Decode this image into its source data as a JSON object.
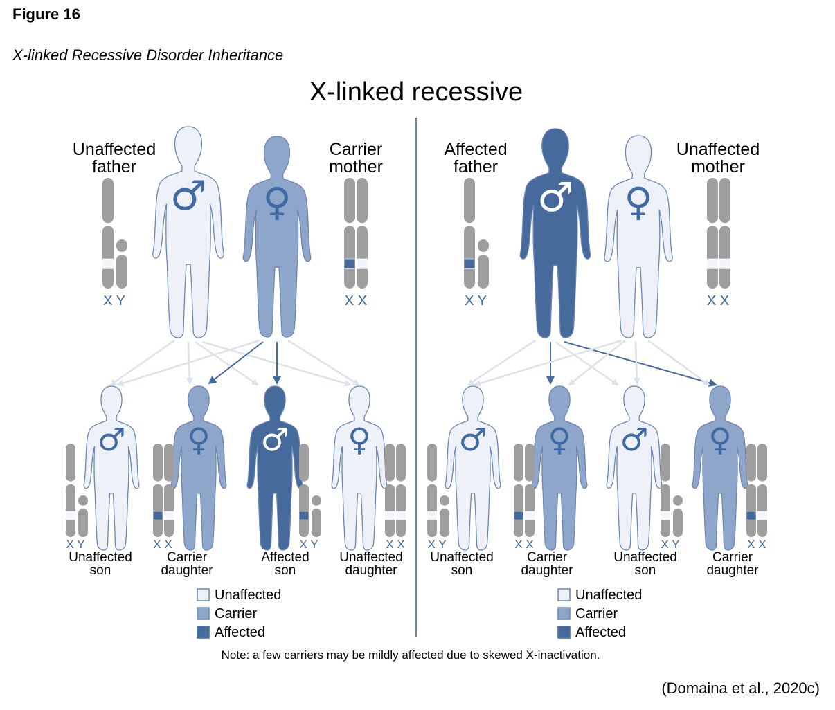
{
  "figure_label": "Figure 16",
  "figure_caption": "X-linked Recessive Disorder Inheritance",
  "diagram_title": "X-linked recessive",
  "colors": {
    "unaffected_fill": "#eef1f8",
    "carrier_fill": "#8fa6cb",
    "affected_fill": "#466a9c",
    "outline": "#6b86b3",
    "chromosome": "#9e9e9e",
    "arrow_light": "#dde2ea",
    "symbol": "#3f6aa3"
  },
  "left_panel": {
    "father": {
      "label_line1": "Unaffected",
      "label_line2": "father",
      "chromosomes": "X Y",
      "status": "unaffected",
      "symbol": "♂"
    },
    "mother": {
      "label_line1": "Carrier",
      "label_line2": "mother",
      "chromosomes": "X X",
      "status": "carrier",
      "symbol": "♀"
    },
    "children": [
      {
        "line1": "Unaffected",
        "line2": "son",
        "chromosomes": "X Y",
        "status": "unaffected",
        "symbol": "♂"
      },
      {
        "line1": "Carrier",
        "line2": "daughter",
        "chromosomes": "X X",
        "status": "carrier",
        "symbol": "♀"
      },
      {
        "line1": "Affected",
        "line2": "son",
        "chromosomes": "X Y",
        "status": "affected",
        "symbol": "♂"
      },
      {
        "line1": "Unaffected",
        "line2": "daughter",
        "chromosomes": "X X",
        "status": "unaffected",
        "symbol": "♀"
      }
    ]
  },
  "right_panel": {
    "father": {
      "label_line1": "Affected",
      "label_line2": "father",
      "chromosomes": "X Y",
      "status": "affected",
      "symbol": "♂"
    },
    "mother": {
      "label_line1": "Unaffected",
      "label_line2": "mother",
      "chromosomes": "X X",
      "status": "unaffected",
      "symbol": "♀"
    },
    "children": [
      {
        "line1": "Unaffected",
        "line2": "son",
        "chromosomes": "X Y",
        "status": "unaffected",
        "symbol": "♂"
      },
      {
        "line1": "Carrier",
        "line2": "daughter",
        "chromosomes": "X X",
        "status": "carrier",
        "symbol": "♀"
      },
      {
        "line1": "Unaffected",
        "line2": "son",
        "chromosomes": "X Y",
        "status": "unaffected",
        "symbol": "♂"
      },
      {
        "line1": "Carrier",
        "line2": "daughter",
        "chromosomes": "X X",
        "status": "carrier",
        "symbol": "♀"
      }
    ]
  },
  "legend": [
    {
      "label": "Unaffected",
      "status": "unaffected"
    },
    {
      "label": "Carrier",
      "status": "carrier"
    },
    {
      "label": "Affected",
      "status": "affected"
    }
  ],
  "note": "Note: a few carriers may be mildly affected due to skewed X-inactivation.",
  "source": "(Domaina et al., 2020c)"
}
